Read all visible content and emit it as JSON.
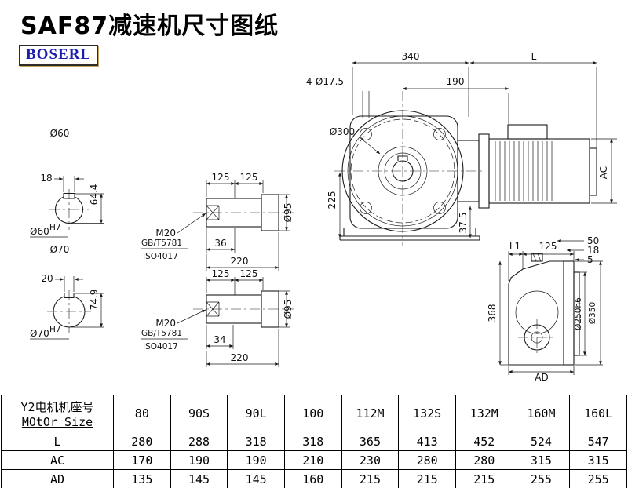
{
  "page": {
    "title": "SAF87减速机尺寸图纸",
    "logo": "BOSERL"
  },
  "front_view": {
    "d340": "340",
    "dL": "L",
    "d190": "190",
    "holes": "4-Ø17.5",
    "d300": "Ø300",
    "d225": "225",
    "d37_5": "37.5",
    "dAC": "AC"
  },
  "shaft_end_60": {
    "dia": "Ø60",
    "key_w": "18",
    "key_h": "64.4",
    "fit": "Ø60",
    "tol": "H7"
  },
  "shaft_end_70": {
    "dia": "Ø70",
    "key_w": "20",
    "key_h": "74.9",
    "fit": "Ø70",
    "tol": "H7"
  },
  "shaft_side_60": {
    "d125a": "125",
    "d125b": "125",
    "thread": "M20",
    "std1": "GB/T5781",
    "std2": "ISO4017",
    "key_len": "36",
    "len": "220",
    "d95": "Ø95"
  },
  "shaft_side_70": {
    "d125a": "125",
    "d125b": "125",
    "thread": "M20",
    "std1": "GB/T5781",
    "std2": "ISO4017",
    "key_len": "34",
    "len": "220",
    "d95": "Ø95"
  },
  "side_view": {
    "dL1": "L1",
    "d125": "125",
    "d50": "50",
    "d18": "18",
    "d5": "5",
    "d368": "368",
    "d250": "Ø250h6",
    "d350": "Ø350",
    "dAD": "AD"
  },
  "table": {
    "header_cn": "Y2电机机座号",
    "header_en": "MOtOr Size",
    "sizes": [
      "80",
      "90S",
      "90L",
      "100",
      "112M",
      "132S",
      "132M",
      "160M",
      "160L"
    ],
    "rows": [
      {
        "label": "L",
        "values": [
          "280",
          "288",
          "318",
          "318",
          "365",
          "413",
          "452",
          "524",
          "547"
        ]
      },
      {
        "label": "AC",
        "values": [
          "170",
          "190",
          "190",
          "210",
          "230",
          "280",
          "280",
          "315",
          "315"
        ]
      },
      {
        "label": "AD",
        "values": [
          "135",
          "145",
          "145",
          "160",
          "215",
          "215",
          "215",
          "255",
          "255"
        ]
      }
    ]
  }
}
